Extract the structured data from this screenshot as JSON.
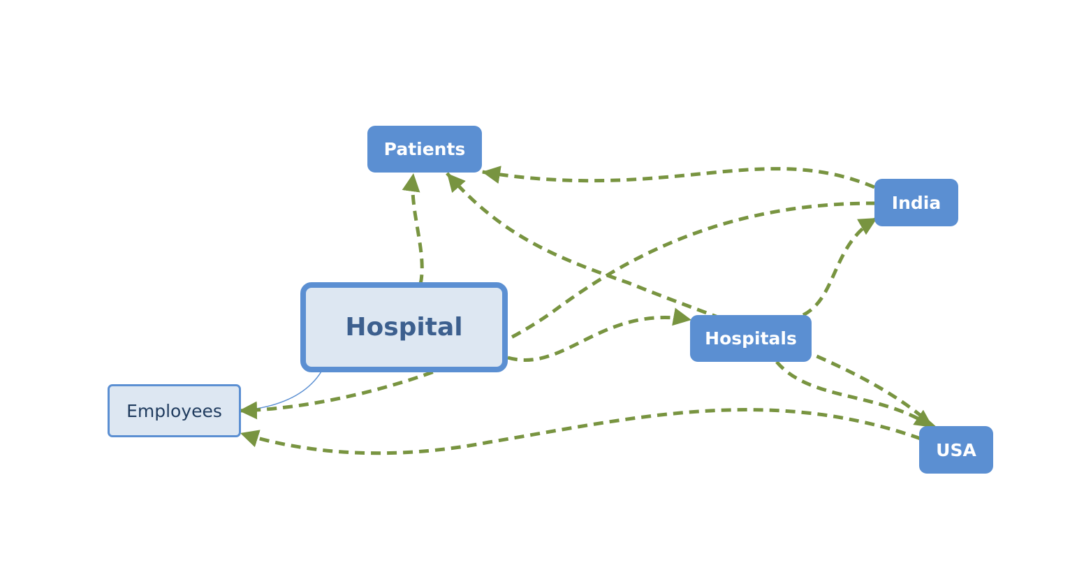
{
  "diagram": {
    "nodes": {
      "patients": "Patients",
      "hospital": "Hospital",
      "hospitals": "Hospitals",
      "india": "India",
      "usa": "USA",
      "employees": "Employees"
    },
    "edges": [
      {
        "from": "Hospital",
        "to": "Patients"
      },
      {
        "from": "Hospital",
        "to": "Hospitals"
      },
      {
        "from": "Hospitals",
        "to": "India"
      },
      {
        "from": "Hospitals",
        "to": "USA"
      },
      {
        "from": "India",
        "to": "Patients"
      },
      {
        "from": "India",
        "to": "Employees"
      },
      {
        "from": "USA",
        "to": "Patients"
      },
      {
        "from": "USA",
        "to": "Employees"
      }
    ],
    "colors": {
      "node_fill": "#5b8fd2",
      "node_light_fill": "#dde7f2",
      "edge": "#789440",
      "connector": "#5b8fd2"
    }
  }
}
